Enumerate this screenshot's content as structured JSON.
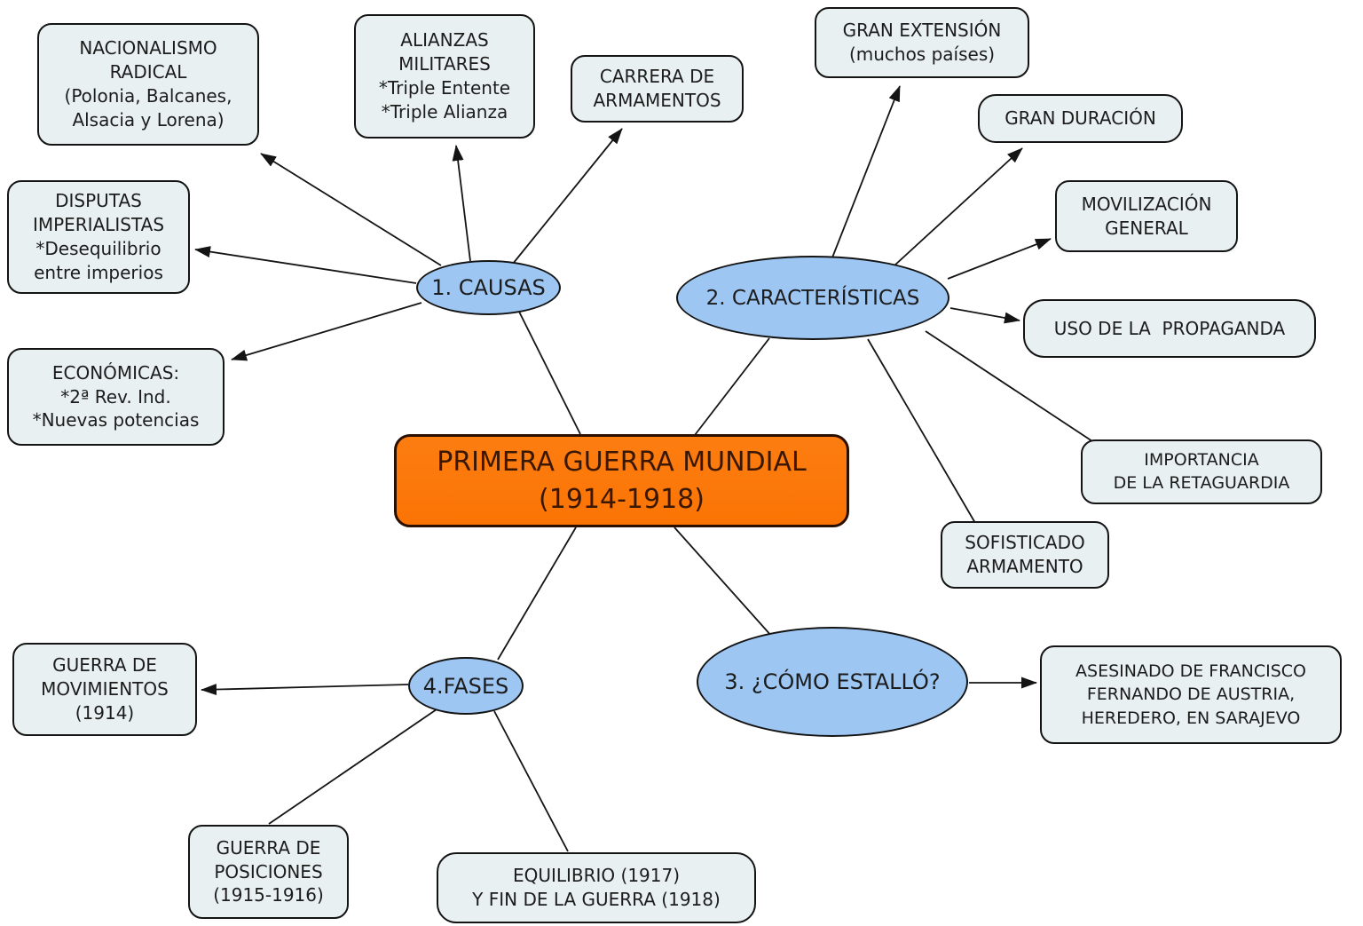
{
  "diagram_title": "PRIMERA GUERRA MUNDIAL (1914-1918)",
  "colors": {
    "background": "#ffffff",
    "box_fill": "#e9f0f1",
    "ellipse_fill": "#9dc6f3",
    "center_fill": "#fb7404",
    "center_text": "#3a1700",
    "line_color": "#141414",
    "text_color": "#1c1c1c"
  },
  "center": {
    "lines": [
      "PRIMERA GUERRA MUNDIAL",
      "(1914-1918)"
    ]
  },
  "ellipses": {
    "causas": {
      "label": "1. CAUSAS"
    },
    "caracteristicas": {
      "label": "2. CARACTERÍSTICAS"
    },
    "como_estallo": {
      "label": "3. ¿CÓMO ESTALLÓ?"
    },
    "fases": {
      "label": "4.FASES"
    }
  },
  "boxes": {
    "nacionalismo": {
      "lines": [
        "NACIONALISMO",
        "RADICAL",
        "(Polonia, Balcanes,",
        "Alsacia y Lorena)"
      ]
    },
    "disputas": {
      "lines": [
        "DISPUTAS",
        "IMPERIALISTAS",
        "*Desequilibrio",
        "entre imperios"
      ]
    },
    "economicas": {
      "lines": [
        "ECONÓMICAS:",
        "*2ª Rev. Ind.",
        "*Nuevas potencias"
      ]
    },
    "alianzas": {
      "lines": [
        "ALIANZAS",
        "MILITARES",
        "*Triple Entente",
        "*Triple Alianza"
      ]
    },
    "carrera": {
      "lines": [
        "CARRERA DE",
        "ARMAMENTOS"
      ]
    },
    "gran_extension": {
      "lines": [
        "GRAN EXTENSIÓN",
        "(muchos países)"
      ]
    },
    "gran_duracion": {
      "lines": [
        "GRAN DURACIÓN"
      ]
    },
    "movilizacion": {
      "lines": [
        "MOVILIZACIÓN",
        "GENERAL"
      ]
    },
    "uso_propaganda": {
      "lines": [
        "USO DE LA  PROPAGANDA"
      ]
    },
    "importancia": {
      "lines": [
        "IMPORTANCIA",
        "DE LA RETAGUARDIA"
      ]
    },
    "sofisticado": {
      "lines": [
        "SOFISTICADO",
        "ARMAMENTO"
      ]
    },
    "movimientos": {
      "lines": [
        "GUERRA DE",
        "MOVIMIENTOS",
        "(1914)"
      ]
    },
    "posiciones": {
      "lines": [
        "GUERRA DE",
        "POSICIONES",
        "(1915-1916)"
      ]
    },
    "equilibrio": {
      "lines": [
        "EQUILIBRIO (1917)",
        "Y FIN DE LA GUERRA (1918)"
      ]
    },
    "asesinado": {
      "lines": [
        "ASESINADO DE FRANCISCO",
        "FERNANDO DE AUSTRIA,",
        "HEREDERO, EN SARAJEVO"
      ]
    }
  }
}
